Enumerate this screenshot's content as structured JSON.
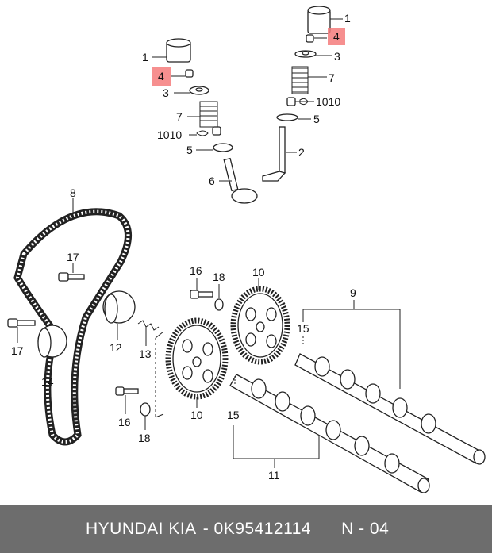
{
  "labels": {
    "top_right_tappet": "1",
    "top_right_collet": "4",
    "top_right_retainer": "3",
    "top_right_spring": "7",
    "top_right_seal": "1010",
    "top_right_seat": "5",
    "top_right_valve": "2",
    "top_left_tappet": "1",
    "top_left_collet": "4",
    "top_left_retainer": "3",
    "top_left_spring": "7",
    "top_left_seal": "1010",
    "top_left_seat": "5",
    "top_left_valve": "6",
    "belt": "8",
    "bolt_upper": "17",
    "bolt_left": "17",
    "tensioner": "14",
    "idler": "12",
    "spring_small": "13",
    "gear_bolt_upper": "16",
    "gear_washer_upper": "18",
    "gear_upper": "10",
    "gear_lower": "10",
    "gear_bolt_lower": "16",
    "gear_washer_lower": "18",
    "camshaft_upper": "9",
    "pin_upper": "15",
    "pin_lower": "15",
    "camshaft_lower": "11"
  },
  "footer": {
    "brand": "HYUNDAI  KIA",
    "code": "- 0K95412114      N - 04"
  },
  "colors": {
    "highlight": "#f47b7b",
    "footer_bg": "#6d6d6d"
  }
}
